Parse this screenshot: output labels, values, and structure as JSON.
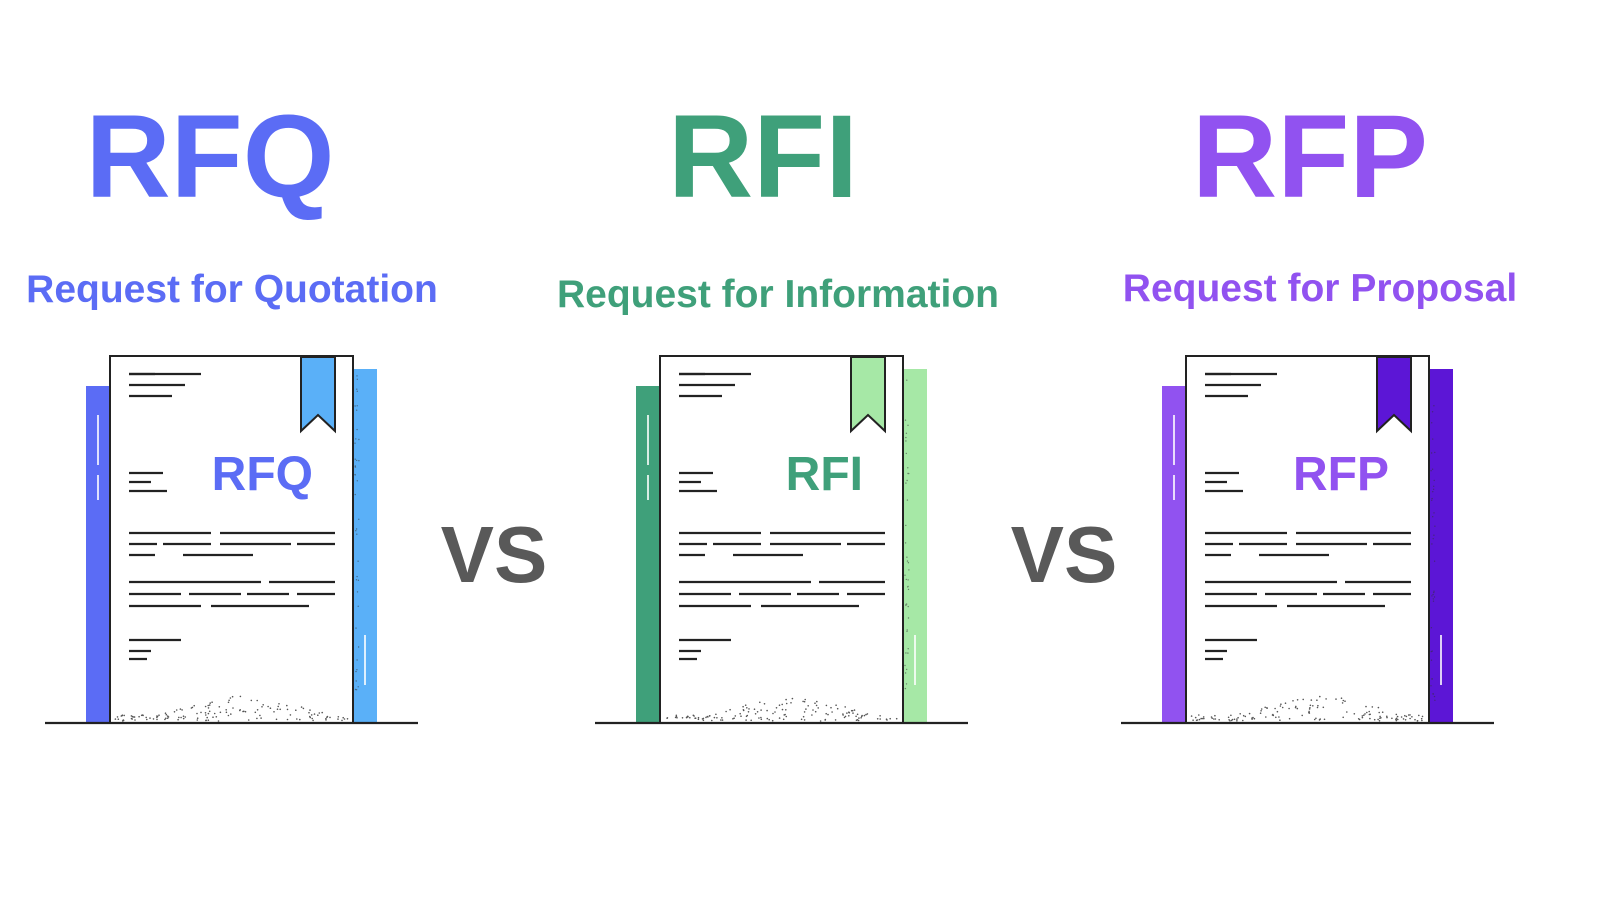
{
  "colors": {
    "vs_text": "#595959",
    "baseline": "#222222",
    "paper": "#ffffff",
    "outline": "#222222"
  },
  "items": [
    {
      "abbr": "RFQ",
      "full_name": "Request for Quotation",
      "doc_label": "RFQ",
      "color": "#5b6cf5",
      "left_strip": "#5b6cf5",
      "right_strip": "#5ab0f8",
      "bookmark": "#5ab0f8"
    },
    {
      "abbr": "RFI",
      "full_name": "Request for Information",
      "doc_label": "RFI",
      "color": "#3fa07a",
      "left_strip": "#3fa07a",
      "right_strip": "#a6e8a6",
      "bookmark": "#a6e8a6"
    },
    {
      "abbr": "RFP",
      "full_name": "Request for Proposal",
      "doc_label": "RFP",
      "color": "#9152f0",
      "left_strip": "#9152f0",
      "right_strip": "#5c16d6",
      "bookmark": "#5c16d6"
    }
  ],
  "separators": [
    "VS",
    "VS"
  ]
}
